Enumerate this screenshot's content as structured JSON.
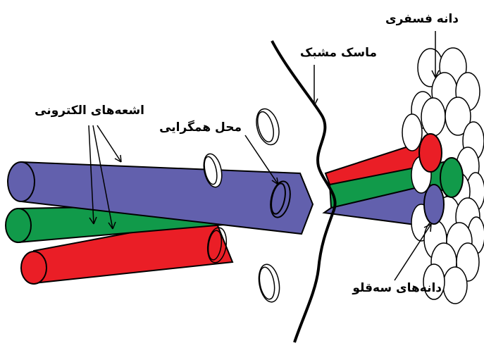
{
  "labels": {
    "phosphor_dot": "دانه فسفری",
    "shadow_mask": "ماسک مشبک",
    "electron_beams": "اشعه‌های الکترونی",
    "convergence_point": "محل همگرایی",
    "triad_dots": "دانه‌های سه‌قلو"
  },
  "colors": {
    "blue_beam": "#6260ad",
    "green_beam": "#119a4a",
    "red_beam": "#ea1e26",
    "outline": "#000000",
    "background": "#ffffff"
  }
}
